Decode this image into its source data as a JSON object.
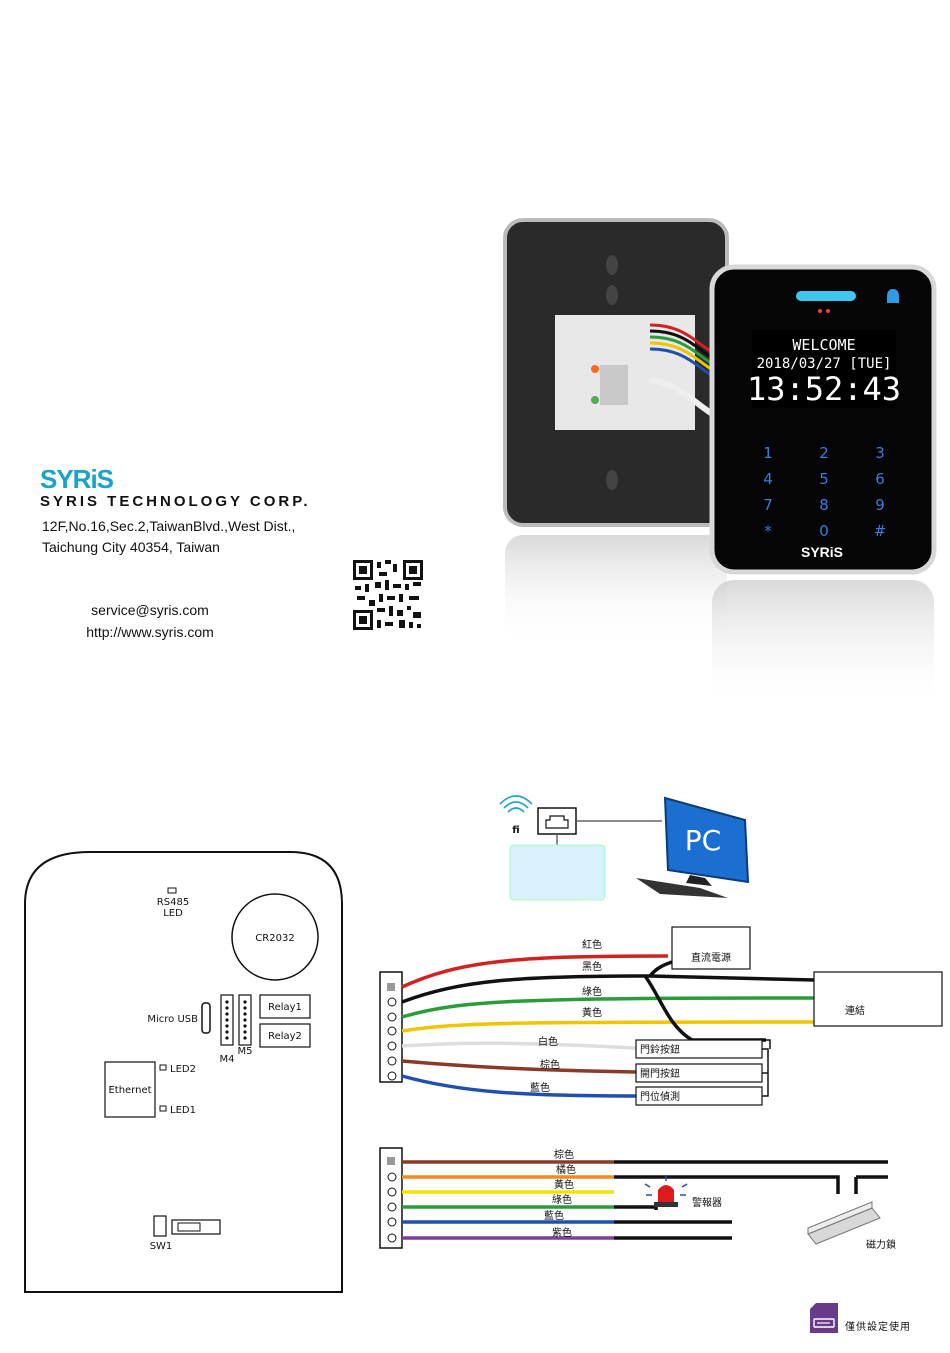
{
  "brand": {
    "logo": "SYRiS",
    "company": "SYRIS TECHNOLOGY CORP.",
    "address_line1": "12F,No.16,Sec.2,TaiwanBlvd.,West Dist.,",
    "address_line2": "Taichung City 40354, Taiwan",
    "email": "service@syris.com",
    "website": "http://www.syris.com"
  },
  "device": {
    "screen_line1": "WELCOME",
    "screen_line2": "2018/03/27 [TUE]",
    "screen_time": "13:52:43",
    "keys": [
      "1",
      "2",
      "3",
      "4",
      "5",
      "6",
      "7",
      "8",
      "9",
      "*",
      "0",
      "#"
    ],
    "logo": "SYRiS",
    "board_label": "Micro USB"
  },
  "board": {
    "rs485_led": "RS485",
    "rs485_led2": "LED",
    "battery": "CR2032",
    "micro_usb": "Micro USB",
    "relay1": "Relay1",
    "relay2": "Relay2",
    "m4": "M4",
    "m5": "M5",
    "ethernet": "Ethernet",
    "led2": "LED2",
    "led1": "LED1",
    "sw1": "SW1"
  },
  "network": {
    "wifi": "fi",
    "pc": "PC"
  },
  "wiring_top": {
    "wires": [
      "紅色",
      "黑色",
      "綠色",
      "黃色",
      "白色",
      "棕色",
      "藍色"
    ],
    "dc_power": "直流電源",
    "connect": "連結",
    "bell_button": "門鈴按鈕",
    "exit_button": "開門按鈕",
    "door_sensor": "門位偵測",
    "colors": [
      "#d32020",
      "#111111",
      "#2a9d3a",
      "#f2c400",
      "#dddddd",
      "#8b3a2a",
      "#1f4fb0"
    ]
  },
  "wiring_bottom": {
    "wires": [
      "棕色",
      "橘色",
      "黃色",
      "綠色",
      "藍色",
      "紫色"
    ],
    "alarm": "警報器",
    "mag_lock": "磁力鎖",
    "colors": [
      "#8b3a2a",
      "#f08c1a",
      "#f2e400",
      "#2a9d3a",
      "#1f4fb0",
      "#7b3fa0"
    ]
  },
  "footer": {
    "note": "僅供設定使用"
  }
}
